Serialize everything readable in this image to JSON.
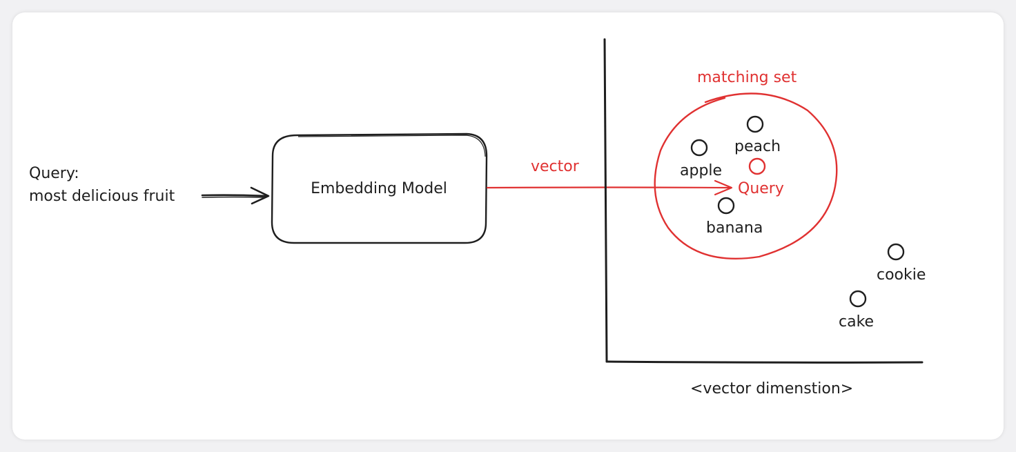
{
  "diagram": {
    "query_title": "Query:",
    "query_text": "most delicious fruit",
    "model_label": "Embedding Model",
    "vector_label": "vector",
    "matching_set_label": "matching set",
    "axis_label": "<vector dimenstion>",
    "points": {
      "peach": "peach",
      "apple": "apple",
      "query": "Query",
      "banana": "banana",
      "cookie": "cookie",
      "cake": "cake"
    },
    "colors": {
      "ink": "#1e1e1e",
      "accent": "#e03131",
      "card": "#ffffff",
      "background": "#f1f1f3"
    }
  }
}
